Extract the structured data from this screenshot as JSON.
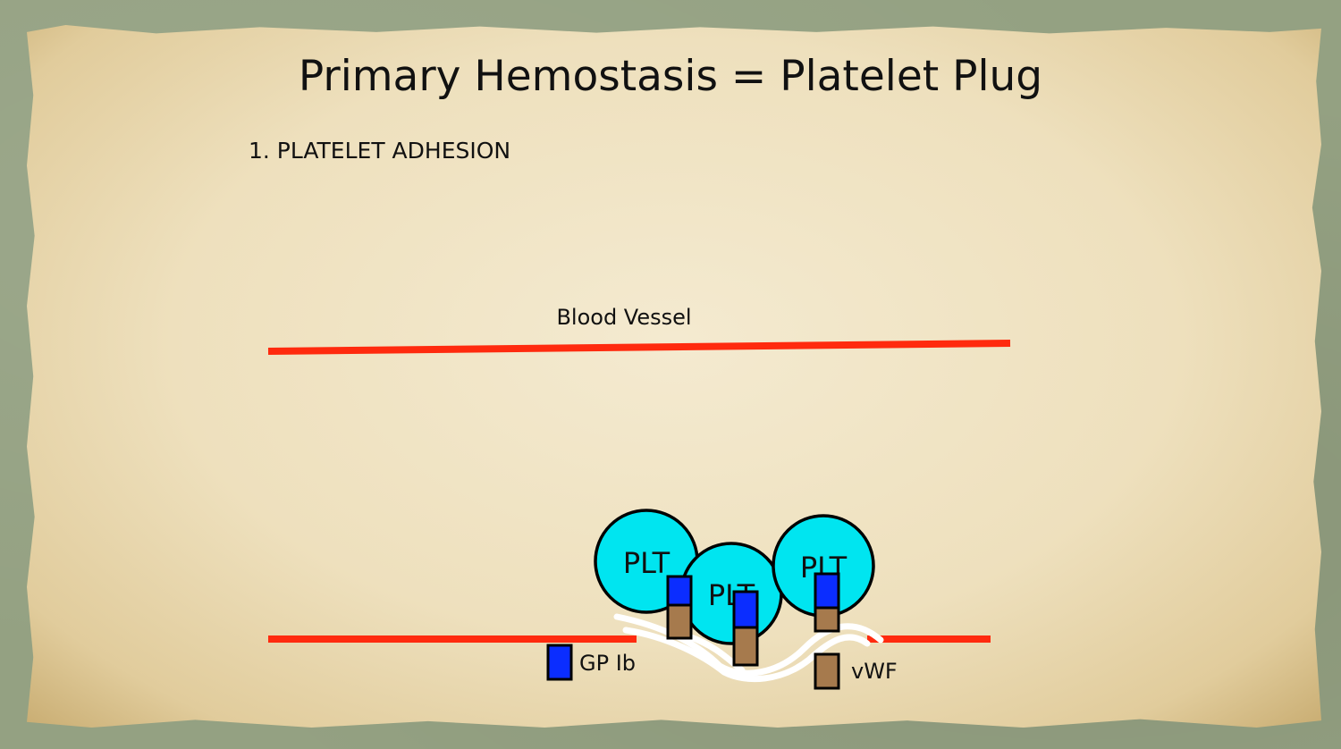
{
  "slide": {
    "title": "Primary Hemostasis = Platelet Plug",
    "step": "1. PLATELET ADHESION"
  },
  "diagram": {
    "vessel_label": "Blood Vessel",
    "platelet_label": "PLT",
    "receptor_label": "GP Ib",
    "vwf_label": "vWF",
    "colors": {
      "vessel_wall": "#ff2a0e",
      "platelet": "#00e5f0",
      "gp_ib": "#0b2dff",
      "vwf": "#a67a4d",
      "collagen": "#ffffff"
    }
  }
}
